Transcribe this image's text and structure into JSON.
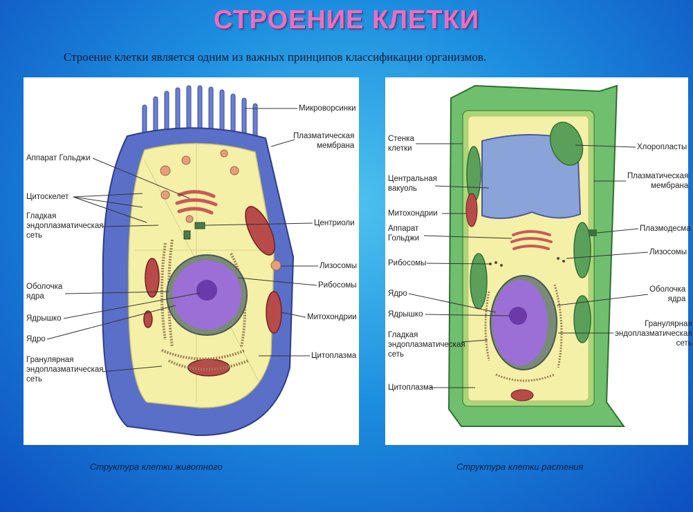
{
  "title": "СТРОЕНИЕ КЛЕТКИ",
  "subtitle": "Строение клетки является одним из важных принципов классификации организмов.",
  "colors": {
    "title_pink": "#e96fc3",
    "background_blue": "#1d8fe0",
    "animal_membrane": "#5a6fc8",
    "cytoplasm": "#f5f0a8",
    "nucleus": "#9b6fd6",
    "mitochondria": "#b84a4a",
    "plant_wall": "#6fbf6f",
    "vacuole": "#8aa3d8"
  },
  "animal": {
    "caption": "Структура клетки животного",
    "labels": {
      "microvilli": "Микроворсинки",
      "plasma_membrane": "Плазматическая\nмембрана",
      "golgi": "Аппарат Гольджи",
      "cytoskeleton": "Цитоскелет",
      "smooth_er": "Гладкая\nэндоплазматическая\nсеть",
      "centrioles": "Центриоли",
      "lysosomes": "Лизосомы",
      "nuclear_envelope": "Оболочка\nядра",
      "ribosomes": "Рибосомы",
      "nucleolus": "Ядрышко",
      "mitochondria": "Митохондрии",
      "nucleus": "Ядро",
      "cytoplasm": "Цитоплазма",
      "rough_er": "Гранулярная\nэндоплазматическая\nсеть"
    }
  },
  "plant": {
    "caption": "Структура клетки растения",
    "labels": {
      "cell_wall": "Стенка\nклетки",
      "chloroplasts": "Хлоропласты",
      "central_vacuole": "Центральная\nвакуоль",
      "plasma_membrane": "Плазматическая\nмембрана",
      "mitochondria": "Митохондрии",
      "golgi": "Аппарат\nГольджи",
      "plasmodesma": "Плазмодесма",
      "lysosomes": "Лизосомы",
      "ribosomes": "Рибосомы",
      "nuclear_envelope": "Оболочка\nядра",
      "nucleus": "Ядро",
      "nucleolus": "Ядрышко",
      "rough_er": "Гранулярная\nэндоплазматическая\nсеть",
      "smooth_er": "Гладкая\nэндоплазматическая\nсеть",
      "cytoplasm": "Цитоплазма"
    }
  }
}
